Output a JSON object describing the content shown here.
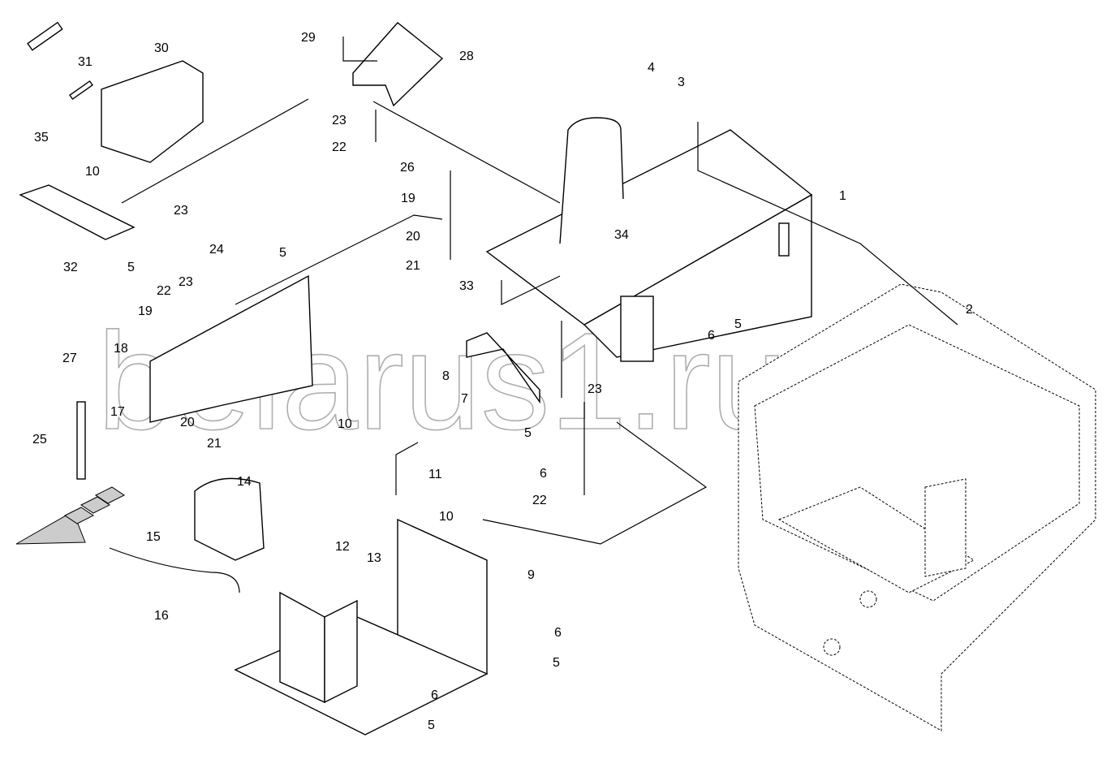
{
  "watermark": "belarus1.ru",
  "callouts": [
    "29",
    "28",
    "30",
    "31",
    "35",
    "4",
    "3",
    "1",
    "23",
    "22",
    "26",
    "19",
    "20",
    "21",
    "34",
    "33",
    "10",
    "23",
    "5",
    "32",
    "24",
    "5",
    "22",
    "23",
    "19",
    "18",
    "27",
    "2",
    "5",
    "6",
    "8",
    "7",
    "23",
    "5",
    "17",
    "20",
    "21",
    "25",
    "10",
    "11",
    "14",
    "6",
    "22",
    "15",
    "10",
    "12",
    "13",
    "9",
    "16",
    "6",
    "5",
    "6",
    "5"
  ]
}
